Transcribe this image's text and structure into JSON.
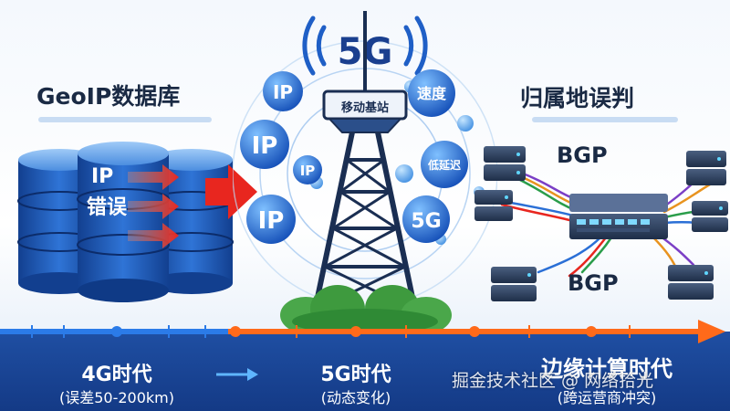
{
  "left_panel": {
    "title": "GeoIP数据库",
    "db_label_top": "IP",
    "db_label_bottom": "错误"
  },
  "center_panel": {
    "badge": "5G",
    "tower_label": "移动基站",
    "bubbles": [
      "IP",
      "IP",
      "IP",
      "IP",
      "速度",
      "低延迟",
      "5G"
    ]
  },
  "right_panel": {
    "title": "归属地误判",
    "bgp_top": "BGP",
    "bgp_bottom": "BGP"
  },
  "timeline": [
    {
      "title": "4G时代",
      "subtitle": "(误差50-200km)"
    },
    {
      "title": "5G时代",
      "subtitle": "(动态变化)"
    },
    {
      "title": "边缘计算时代",
      "subtitle": "(跨运营商冲突)"
    }
  ],
  "watermark": "掘金技术社区 @ 网络拾光",
  "colors": {
    "navy": "#143a86",
    "blue": "#1f63c6",
    "orange": "#ff6a1a",
    "red": "#e8261f",
    "green": "#3e9a3e"
  }
}
